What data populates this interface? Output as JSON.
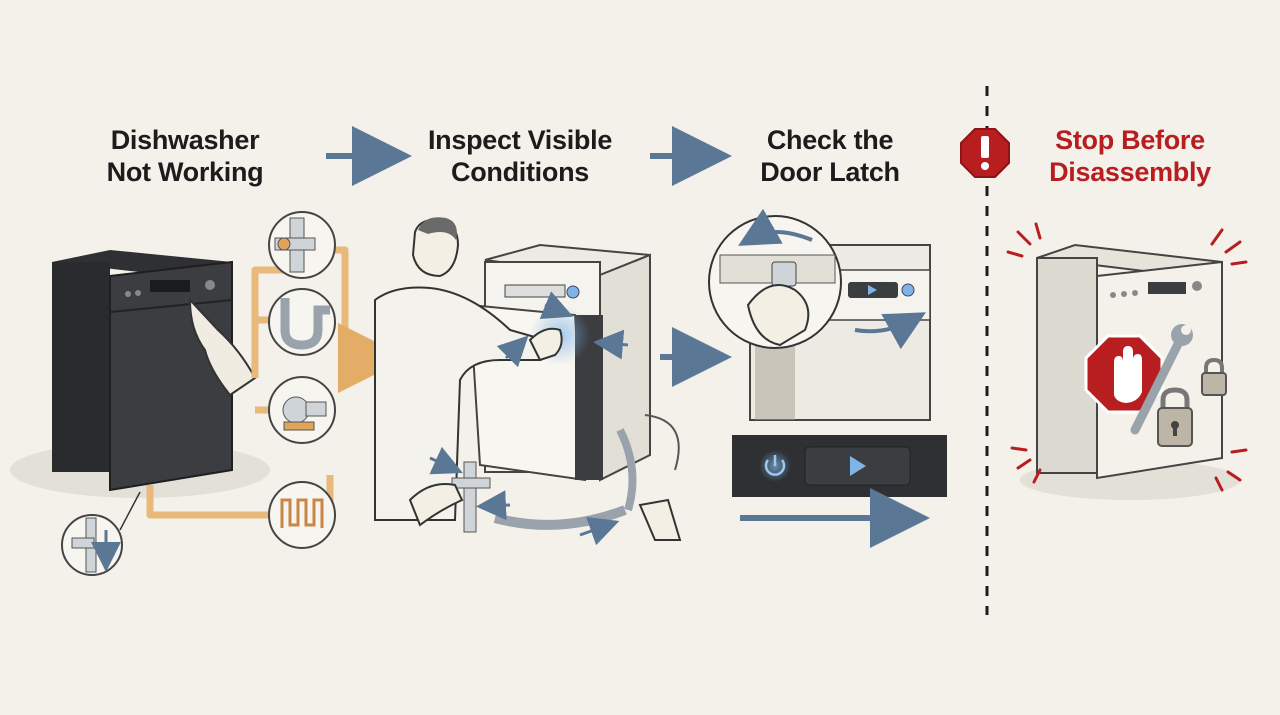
{
  "steps": [
    {
      "line1": "Dishwasher",
      "line2": "Not Working"
    },
    {
      "line1": "Inspect Visible",
      "line2": "Conditions"
    },
    {
      "line1": "Check the",
      "line2": "Door Latch"
    },
    {
      "line1": "Stop Before",
      "line2": "Disassembly"
    }
  ],
  "icons": {
    "step1": [
      "dishwasher-icon",
      "hand-pressing-button-icon",
      "water-valve-icon",
      "drain-trap-icon",
      "pump-icon",
      "heating-element-icon",
      "supply-valve-icon"
    ],
    "step2": [
      "person-inspecting-icon",
      "open-dishwasher-icon",
      "hose-icon",
      "valve-icon"
    ],
    "step3": [
      "door-latch-closeup-icon",
      "power-icon",
      "play-icon"
    ],
    "step4": [
      "warning-octagon-icon",
      "stop-hand-icon",
      "wrench-icon",
      "padlock-icon"
    ]
  },
  "colors": {
    "background": "#f3f1ea",
    "title_text": "#1c1c1c",
    "warning_red": "#b81d20",
    "flow_arrow": "#5b7796",
    "pipe_orange": "#e8b97a",
    "appliance_dark": "#3b3d40"
  }
}
